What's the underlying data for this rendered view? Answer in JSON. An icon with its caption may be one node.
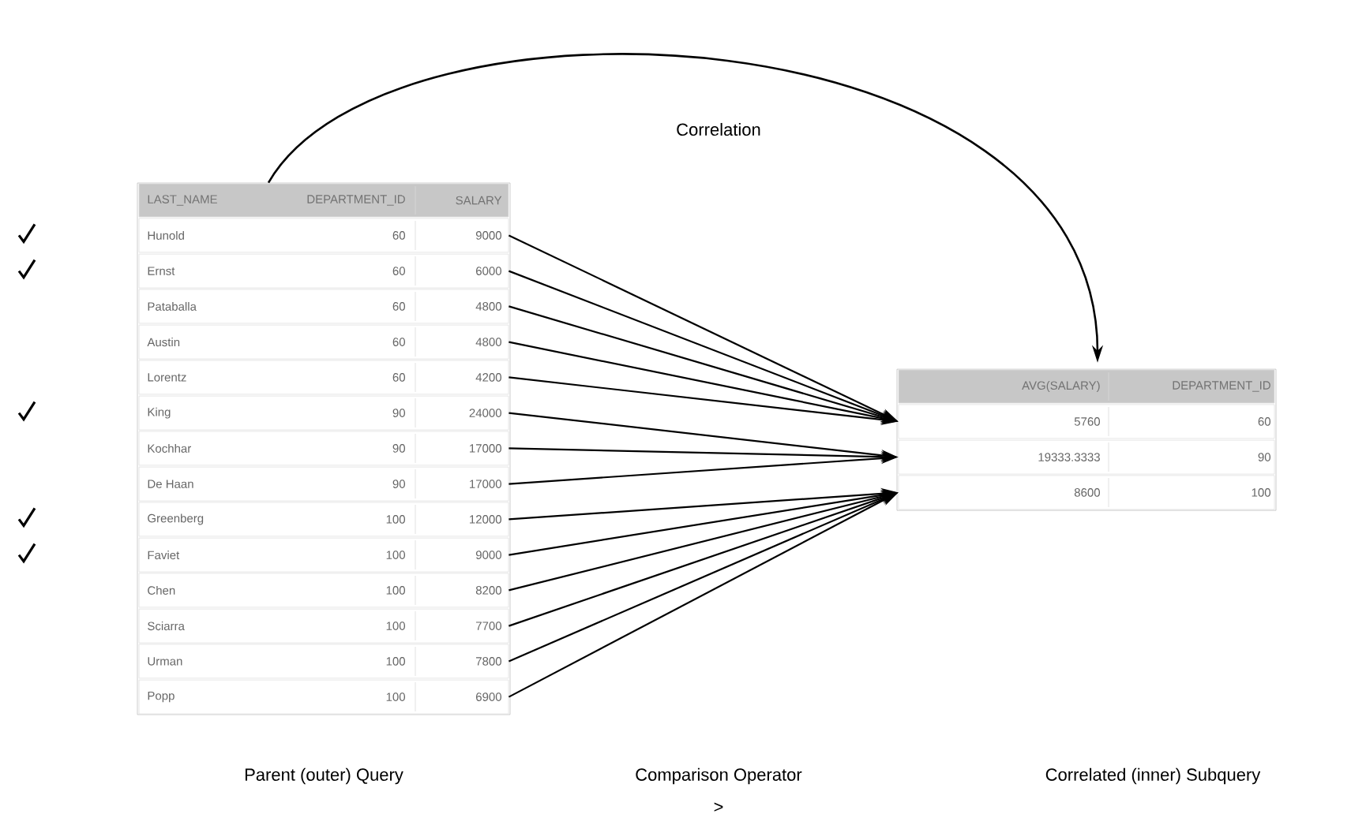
{
  "diagram": {
    "nodes": [
      {
        "text": [],
        "shape": "box"
      },
      {
        "text": [
          "LAST_NAME",
          "DEPARTMENT_ID",
          "SALARY"
        ],
        "in": 0
      },
      {
        "text": [
          "Hunold",
          "60",
          "9000"
        ],
        "in": 0
      },
      {
        "text": [
          "Ernst",
          "60",
          "6000"
        ],
        "in": 0
      },
      {
        "text": [
          "Pataballa",
          "60",
          "4800"
        ],
        "in": 0
      },
      {
        "text": [
          "Austin",
          "60",
          "4800"
        ],
        "in": 0
      },
      {
        "text": [
          "Lorentz",
          "60",
          "4200"
        ],
        "in": 0
      },
      {
        "text": [
          "King",
          "90",
          "24000"
        ],
        "in": 0
      },
      {
        "text": [
          "Kochhar",
          "90",
          "17000"
        ],
        "in": 0
      },
      {
        "text": [
          "De Haan",
          "90",
          "17000"
        ],
        "in": 0
      },
      {
        "text": [
          "Greenberg",
          "100",
          "12000"
        ],
        "in": 0
      },
      {
        "text": [
          "Faviet",
          "100",
          "9000"
        ],
        "in": 0
      },
      {
        "text": [
          "Chen",
          "100",
          "8200"
        ],
        "in": 0
      },
      {
        "text": [
          "Sciarra",
          "100",
          "7700"
        ],
        "in": 0
      },
      {
        "text": [
          "Urman",
          "100",
          "7800"
        ],
        "in": 0
      },
      {
        "text": [
          "Popp",
          "100",
          "6900"
        ],
        "in": 0
      },
      {
        "text": [],
        "shape": "box"
      },
      {
        "text": [
          "AVG(SALARY)",
          "DEPARTMENT_ID"
        ],
        "in": 16
      },
      {
        "text": [
          "5760",
          "60"
        ],
        "in": 16
      },
      {
        "text": [
          "19333.3333",
          "90"
        ],
        "in": 16
      },
      {
        "text": [
          "8600",
          "100"
        ],
        "in": 16
      }
    ],
    "edges": [
      {
        "from": 0,
        "to": 16,
        "arrow": "to",
        "label": "Correlation"
      },
      {
        "from": 2,
        "to": 18,
        "arrow": "to"
      },
      {
        "from": 3,
        "to": 18,
        "arrow": "to"
      },
      {
        "from": 4,
        "to": 18,
        "arrow": "to"
      },
      {
        "from": 5,
        "to": 18,
        "arrow": "to"
      },
      {
        "from": 6,
        "to": 18,
        "arrow": "to"
      },
      {
        "from": 7,
        "to": 19,
        "arrow": "to"
      },
      {
        "from": 8,
        "to": 19,
        "arrow": "to"
      },
      {
        "from": 9,
        "to": 19,
        "arrow": "to"
      },
      {
        "from": 10,
        "to": 20,
        "arrow": "to"
      },
      {
        "from": 11,
        "to": 20,
        "arrow": "to"
      },
      {
        "from": 12,
        "to": 20,
        "arrow": "to"
      },
      {
        "from": 13,
        "to": 20,
        "arrow": "to"
      },
      {
        "from": 14,
        "to": 20,
        "arrow": "to"
      },
      {
        "from": 15,
        "to": 20,
        "arrow": "to"
      }
    ],
    "labels": [
      "Parent (outer) Query",
      "Comparison Operator",
      ">",
      "Correlated (inner) Subquery"
    ]
  }
}
